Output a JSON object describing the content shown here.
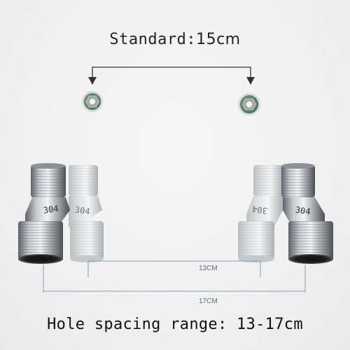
{
  "standard_label": "Standard:",
  "standard_value": "15cm",
  "footer_text": "Hole spacing range: 13-17cm",
  "dimension_13": "13CM",
  "dimension_17": "17CM",
  "fitting_stamp": "304"
}
